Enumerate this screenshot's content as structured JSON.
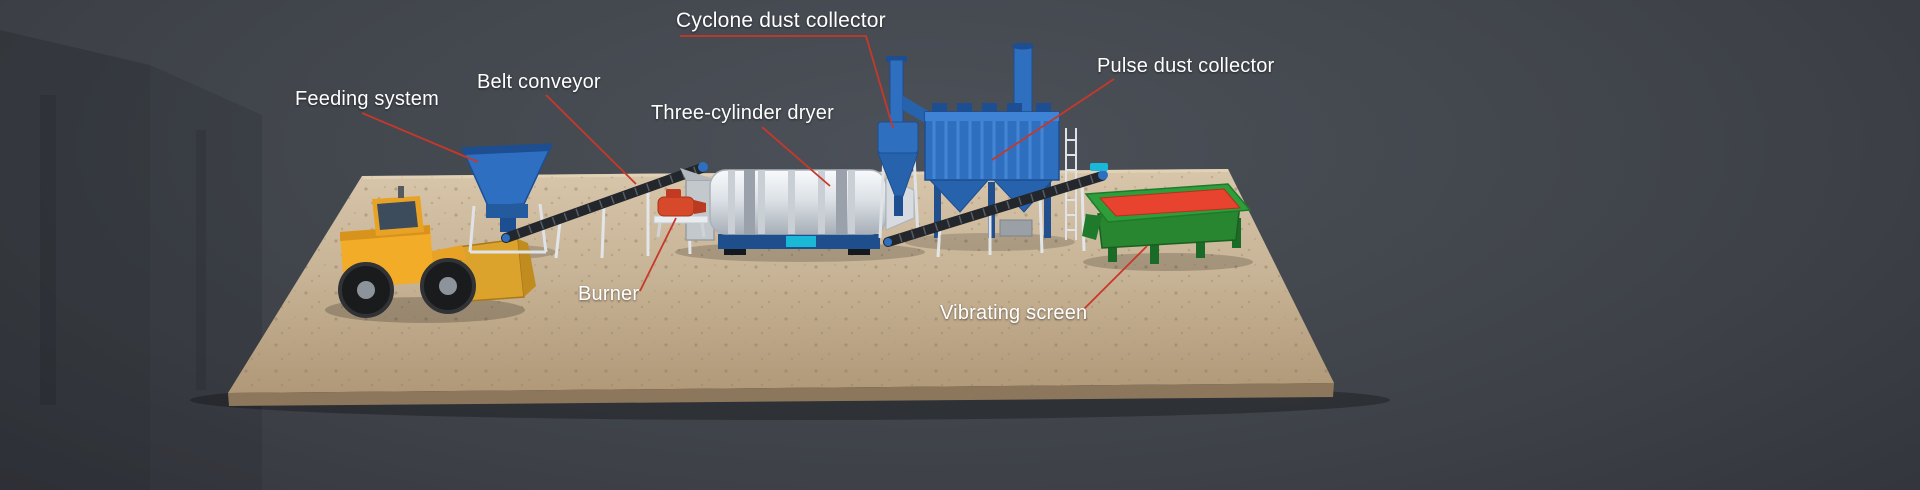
{
  "diagram": {
    "type": "equipment-annotation-render",
    "labels": {
      "feeding_system": "Feeding system",
      "belt_conveyor": "Belt conveyor",
      "cyclone_dust_collector": "Cyclone dust collector",
      "three_cylinder_dryer": "Three-cylinder dryer",
      "pulse_dust_collector": "Pulse dust collector",
      "burner": "Burner",
      "vibrating_screen": "Vibrating screen"
    },
    "colors": {
      "label_text": "#ffffff",
      "leader_line": "#c8382a",
      "machine_blue": "#2e6fc0",
      "machine_blue_dark": "#1d4e91",
      "loader_yellow": "#f2ac28",
      "dryer_gray": "#dde2e7",
      "screen_green": "#2e9e3a",
      "screen_deck_red": "#e8432e",
      "platform_tan": "#c6b294",
      "background_dark": "#3d4147",
      "belt_dark": "#23262b"
    }
  }
}
